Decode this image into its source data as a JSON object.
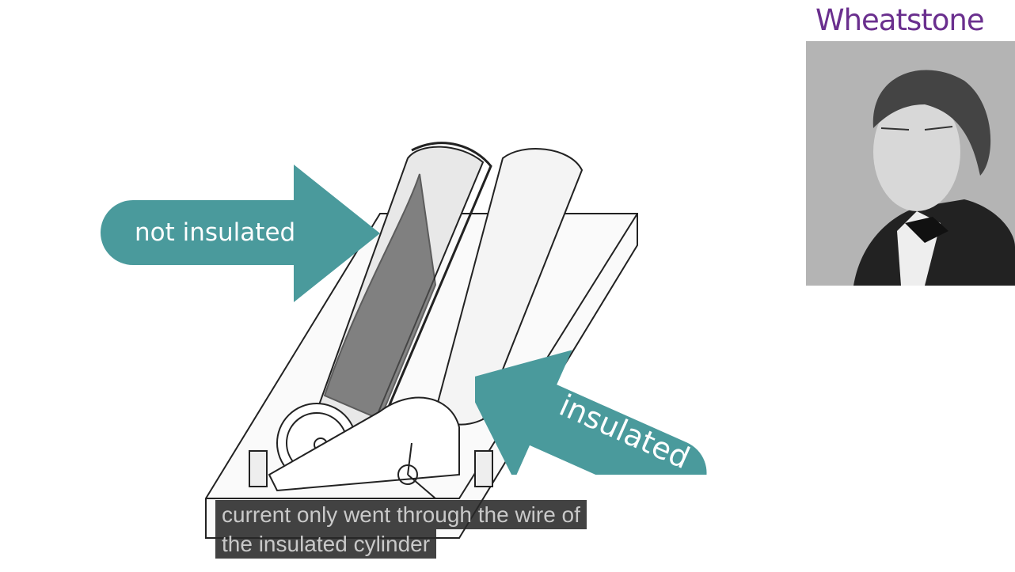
{
  "slide": {
    "title": "Wheatstone",
    "arrow_not_insulated": "not insulated",
    "arrow_insulated": "insulated",
    "accent_color": "#4a9a9c",
    "title_color": "#6a2f8e"
  },
  "caption": {
    "line1": "current only went through the wire of",
    "line2": "the insulated cylinder"
  }
}
